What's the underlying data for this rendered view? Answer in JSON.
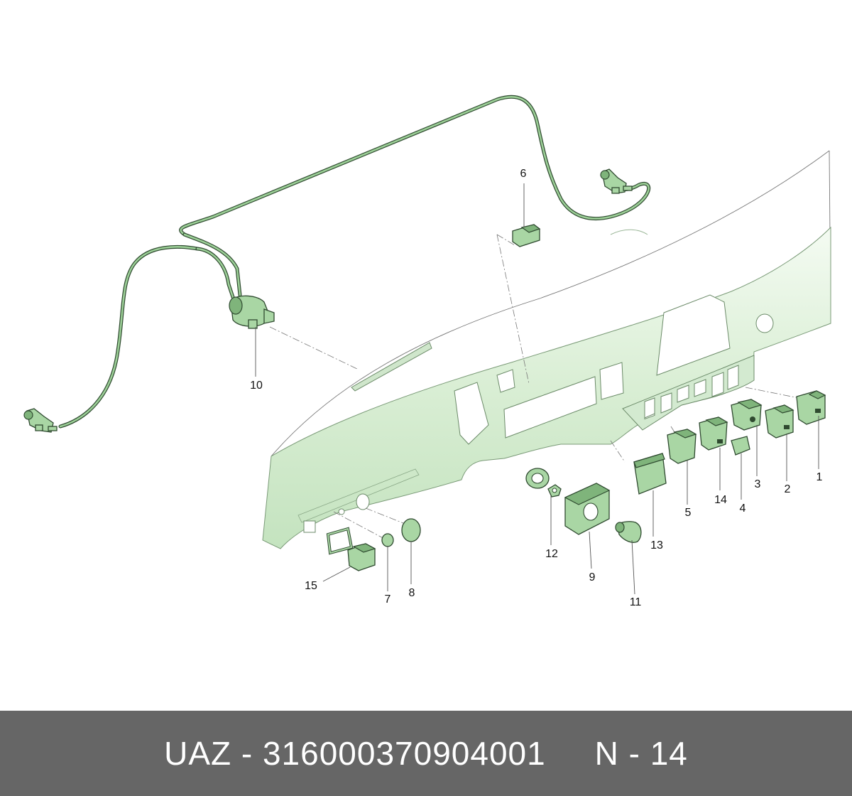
{
  "footer": {
    "text": "UAZ - 316000370904001     N - 14"
  },
  "colors": {
    "part_fill": "#a9d6a4",
    "panel_fill": "#d8edd3",
    "outline": "#2f4a30",
    "footer_bg": "#666666",
    "footer_text": "#ffffff"
  },
  "callouts": [
    "1",
    "2",
    "3",
    "4",
    "5",
    "6",
    "7",
    "8",
    "9",
    "10",
    "11",
    "12",
    "13",
    "14",
    "15"
  ]
}
